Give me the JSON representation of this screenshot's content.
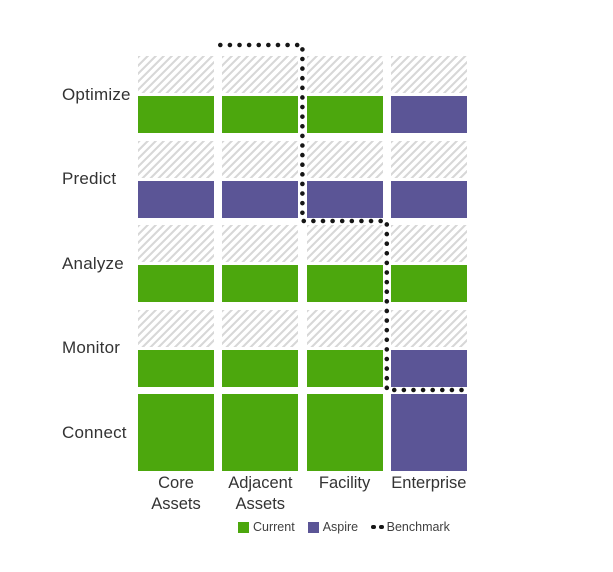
{
  "chart_data": {
    "type": "heatmap",
    "title": "",
    "row_labels": [
      "Optimize",
      "Predict",
      "Analyze",
      "Monitor",
      "Connect"
    ],
    "column_labels": [
      "Core Assets",
      "Adjacent Assets",
      "Facility",
      "Enterprise"
    ],
    "rows": [
      {
        "label": "Optimize",
        "cells": [
          "current",
          "current",
          "current",
          "aspire"
        ],
        "filled_full_height": false
      },
      {
        "label": "Predict",
        "cells": [
          "aspire",
          "aspire",
          "aspire",
          "aspire"
        ],
        "filled_full_height": false
      },
      {
        "label": "Analyze",
        "cells": [
          "current",
          "current",
          "current",
          "current"
        ],
        "filled_full_height": false
      },
      {
        "label": "Monitor",
        "cells": [
          "current",
          "current",
          "current",
          "aspire"
        ],
        "filled_full_height": false
      },
      {
        "label": "Connect",
        "cells": [
          "current",
          "current",
          "current",
          "aspire"
        ],
        "filled_full_height": true
      }
    ],
    "benchmark_steps": [
      {
        "column": "Adjacent Assets",
        "above_row": "Optimize"
      },
      {
        "column": "Facility",
        "above_row": "Analyze"
      },
      {
        "column": "Enterprise",
        "above_row": "Connect"
      }
    ],
    "legend": [
      {
        "key": "current",
        "label": "Current"
      },
      {
        "key": "aspire",
        "label": "Aspire"
      },
      {
        "key": "benchmark",
        "label": "Benchmark"
      }
    ],
    "colors": {
      "current": "#4CA70D",
      "aspire": "#5B5596",
      "hatch_stripe": "#D8D8D8",
      "benchmark_dot": "#161616",
      "label_text": "#333333",
      "background": "#FFFFFF"
    },
    "layout_hints": {
      "legend_position": "bottom",
      "grid": "off",
      "hatched_cells_meaning": "unfilled headroom above colored band"
    }
  }
}
